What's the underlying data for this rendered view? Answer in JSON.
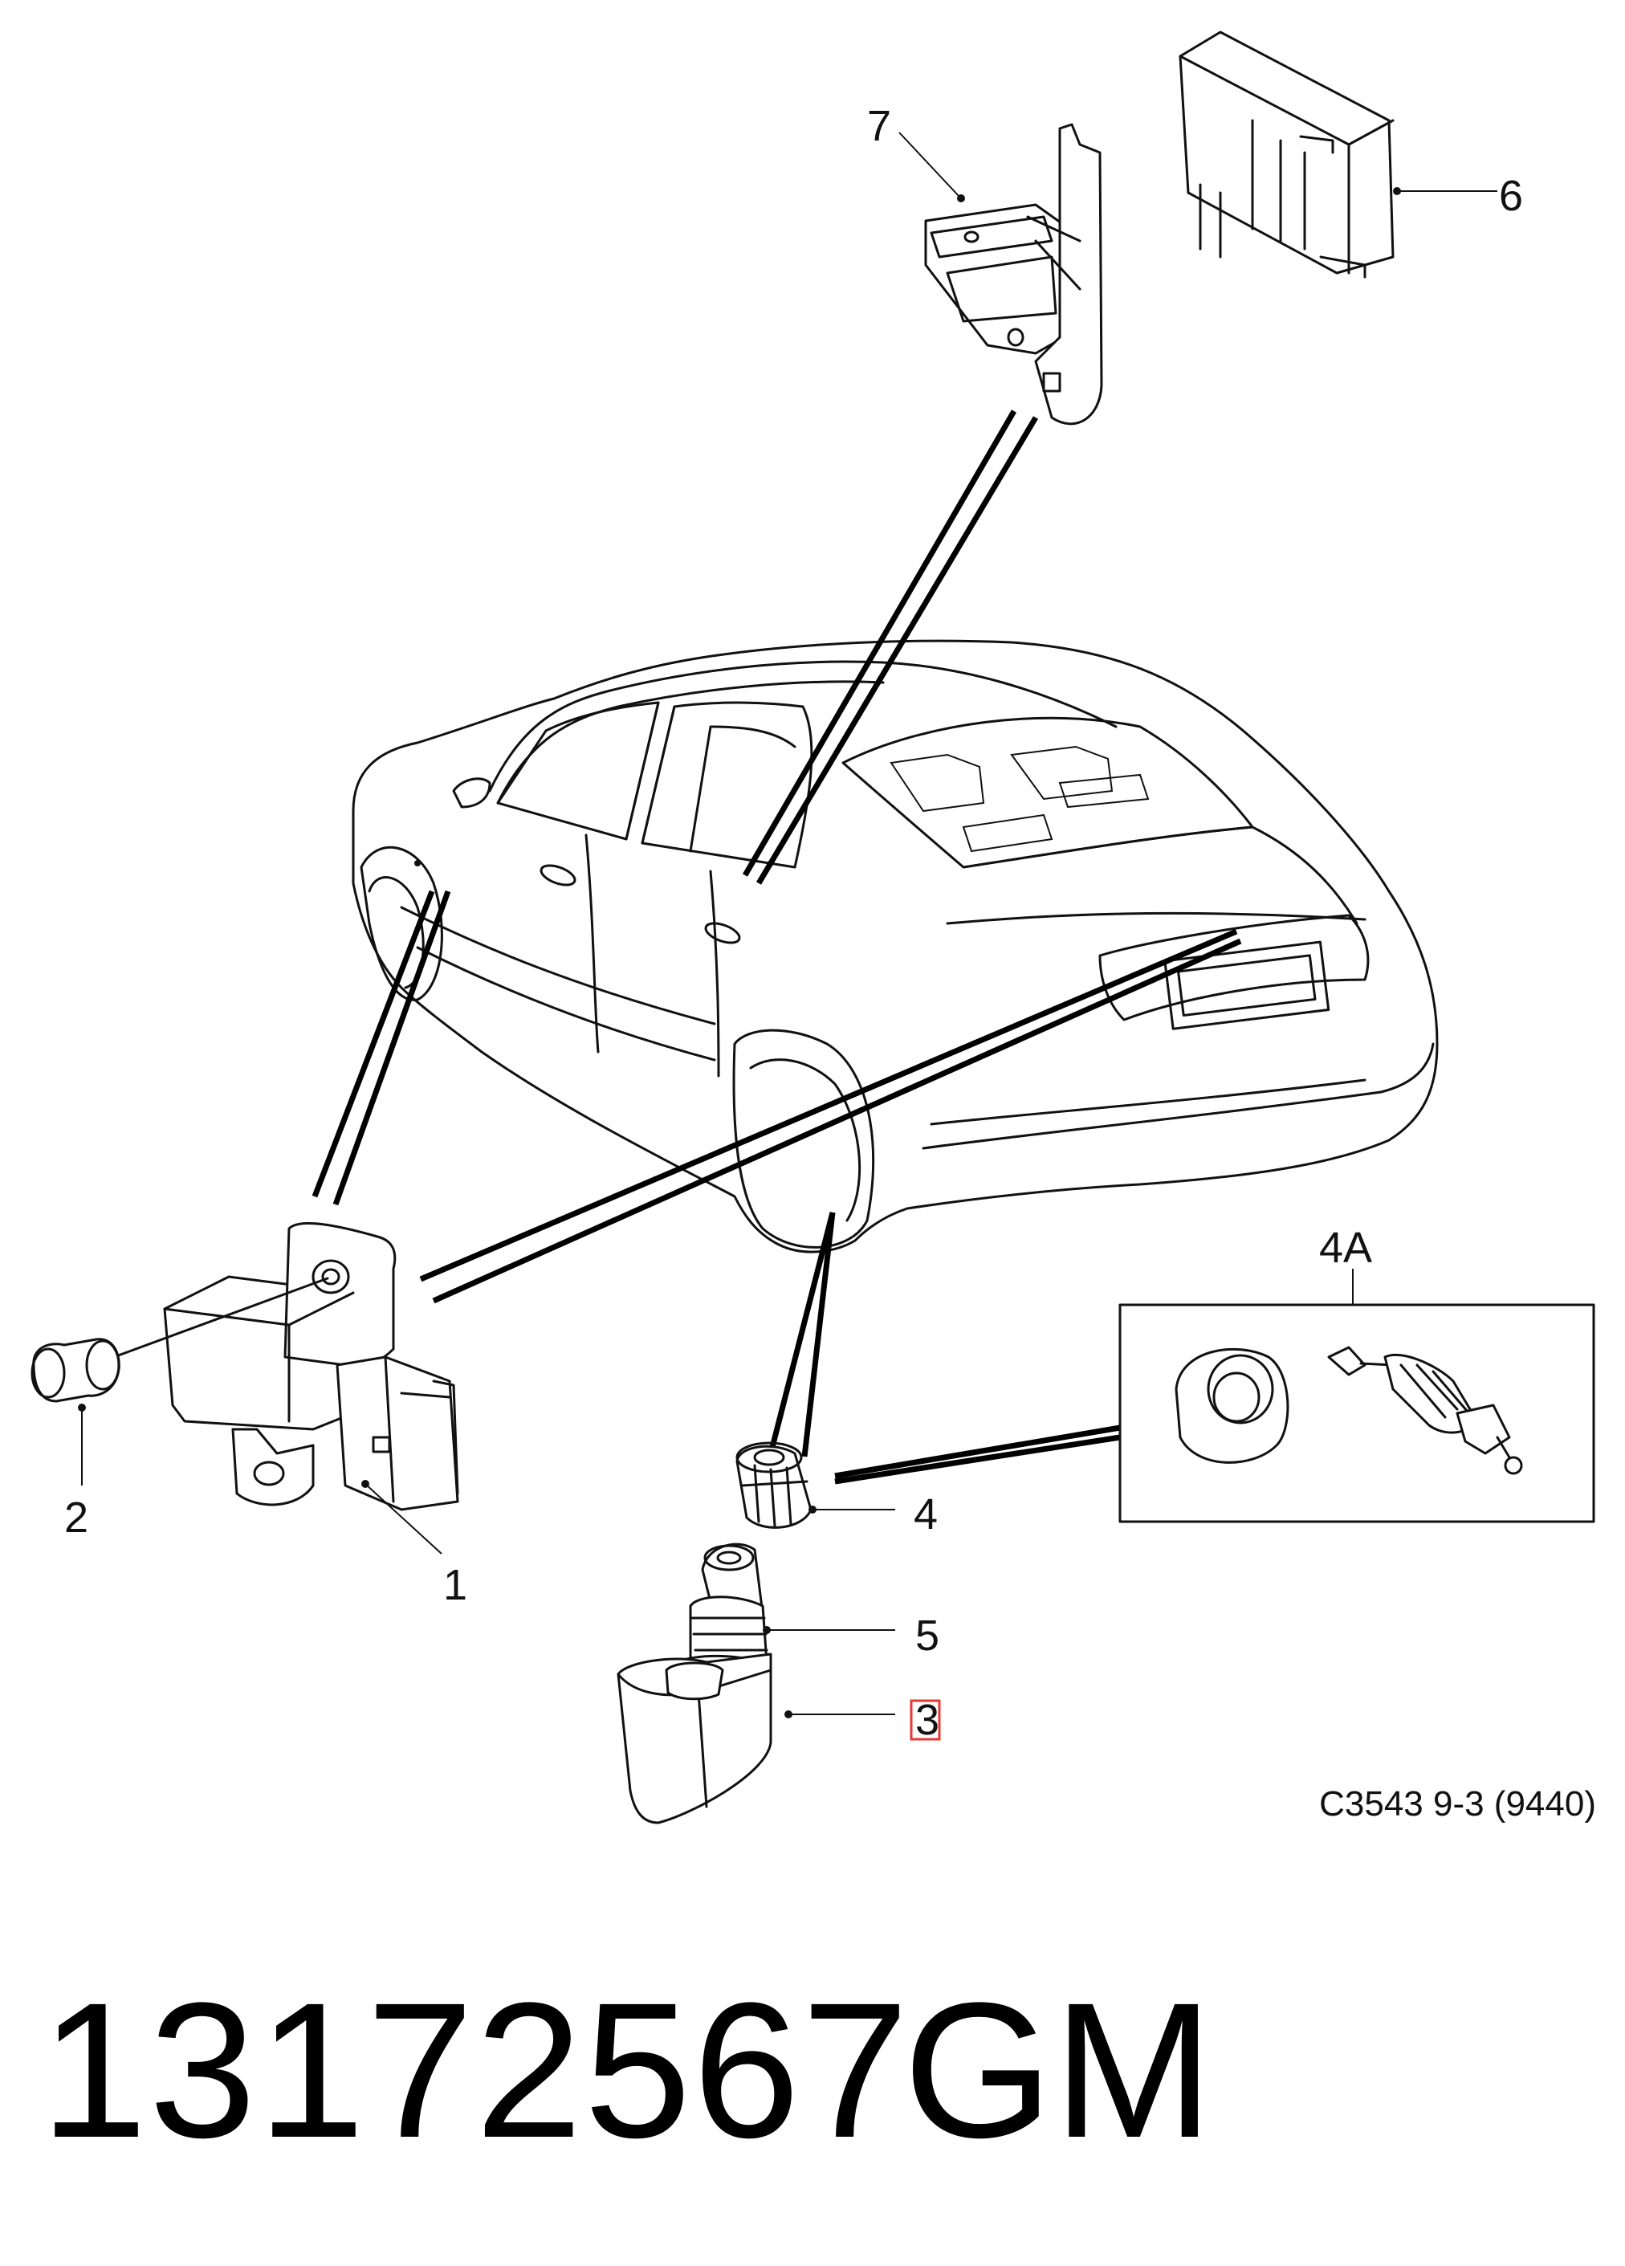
{
  "callouts": {
    "c1": "1",
    "c2": "2",
    "c3": "3",
    "c4": "4",
    "c4a": "4A",
    "c5": "5",
    "c6": "6",
    "c7": "7"
  },
  "diagram_code": "C3543 9-3 (9440)",
  "part_number": "13172567",
  "manufacturer": "GM",
  "highlight_color": "#e53935"
}
